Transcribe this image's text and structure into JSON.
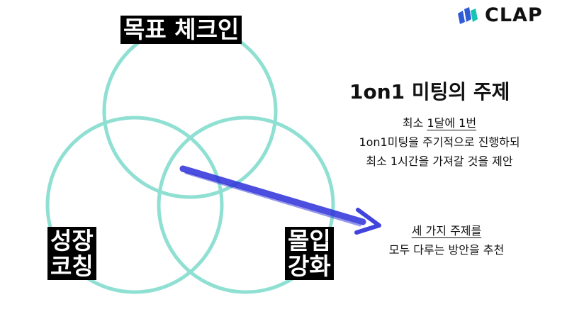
{
  "brand": {
    "name": "CLAP",
    "mark_color": "#2f5bd6",
    "mark_accent": "#17c3b2"
  },
  "venn": {
    "circle_color": "#8fe0d3",
    "top_label": "목표 체크인",
    "left_label_line1": "성장",
    "left_label_line2": "코칭",
    "right_label_line1": "몰입",
    "right_label_line2": "강화"
  },
  "arrow_color": "#2b2fd8",
  "title": "1on1 미팅의 주제",
  "description": {
    "line1_prefix": "최소 ",
    "line1_underlined": "1달에 1번",
    "line2": "1on1미팅을 주기적으로 진행하되",
    "line3": "최소 1시간을 가져갈 것을 제안"
  },
  "suggestion": {
    "line1": "세 가지 주제를",
    "line2": "모두 다루는 방안을 추천"
  }
}
